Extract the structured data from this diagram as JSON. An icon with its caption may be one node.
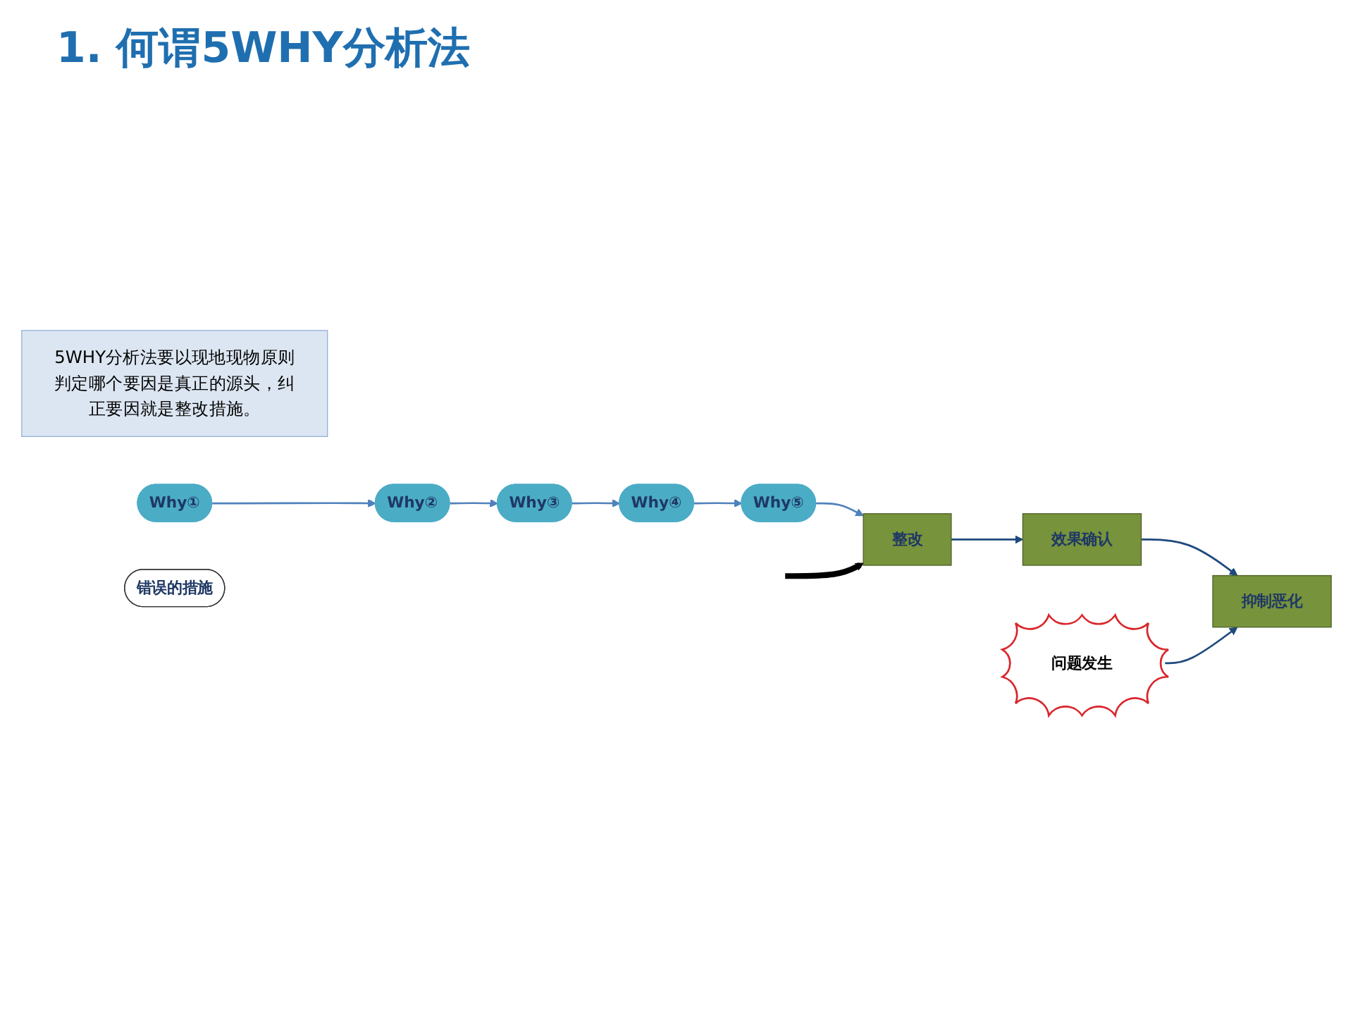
{
  "diagram": {
    "title": "1. 何谓5WHY分析法",
    "nodes": [
      {
        "text": [
          "5WHY分析法要以现地现物原则判定哪个要因是真正的源头，纠正要因就是整改措施。"
        ]
      },
      {
        "text": [
          "Why①"
        ]
      },
      {
        "text": [
          "Why②"
        ]
      },
      {
        "text": [
          "Why③"
        ]
      },
      {
        "text": [
          "Why④"
        ]
      },
      {
        "text": [
          "Why⑤"
        ]
      },
      {
        "text": [
          "问题发生"
        ]
      },
      {
        "text": [
          "错误的措施"
        ]
      },
      {
        "text": [
          "抑制恶化"
        ]
      },
      {
        "text": [
          "效果确认"
        ]
      },
      {
        "text": [
          "整改"
        ]
      }
    ],
    "edges": [
      {
        "from": 1,
        "to": 2,
        "arrow": "to"
      },
      {
        "from": 2,
        "to": 3,
        "arrow": "to"
      },
      {
        "from": 3,
        "to": 4,
        "arrow": "to"
      },
      {
        "from": 4,
        "to": 5,
        "arrow": "to"
      },
      {
        "from": 5,
        "to": 10,
        "arrow": "to"
      },
      {
        "from": null,
        "to": 10,
        "arrow": "to",
        "style": "thick",
        "color": "#000000"
      },
      {
        "from": 10,
        "to": 9,
        "arrow": "to",
        "color": "#1f497d"
      },
      {
        "from": 9,
        "to": 8,
        "arrow": "to",
        "color": "#1f497d"
      },
      {
        "from": 6,
        "to": 8,
        "arrow": "to",
        "color": "#1f497d"
      }
    ]
  }
}
